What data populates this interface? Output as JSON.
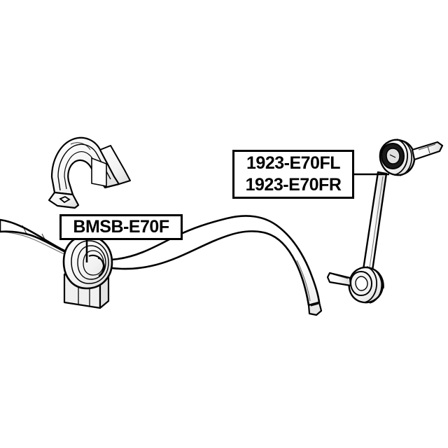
{
  "diagram": {
    "title": "Stabilizer bar assembly exploded parts diagram",
    "background_color": "#ffffff",
    "line_color": "#000000",
    "shade_color": "#d9d9d9",
    "callouts": [
      {
        "id": "link",
        "lines": [
          "1923-E70FL",
          "1923-E70FR"
        ],
        "points_to": "stabilizer-link-upper-ball-joint"
      },
      {
        "id": "bushing",
        "lines": [
          "BMSB-E70F"
        ],
        "points_to": "stabilizer-bar-bushing"
      }
    ],
    "parts": [
      {
        "name": "stabilizer-bar-bracket",
        "description": "mounting bracket / clamp"
      },
      {
        "name": "stabilizer-bar",
        "description": "anti-roll bar"
      },
      {
        "name": "stabilizer-bar-bushing",
        "description": "rubber bushing with base block"
      },
      {
        "name": "stabilizer-link",
        "description": "sway bar link with two ball joints"
      }
    ]
  },
  "callout_link": {
    "line1": "1923-E70FL",
    "line2": "1923-E70FR"
  },
  "callout_bushing": {
    "line1": "BMSB-E70F"
  }
}
